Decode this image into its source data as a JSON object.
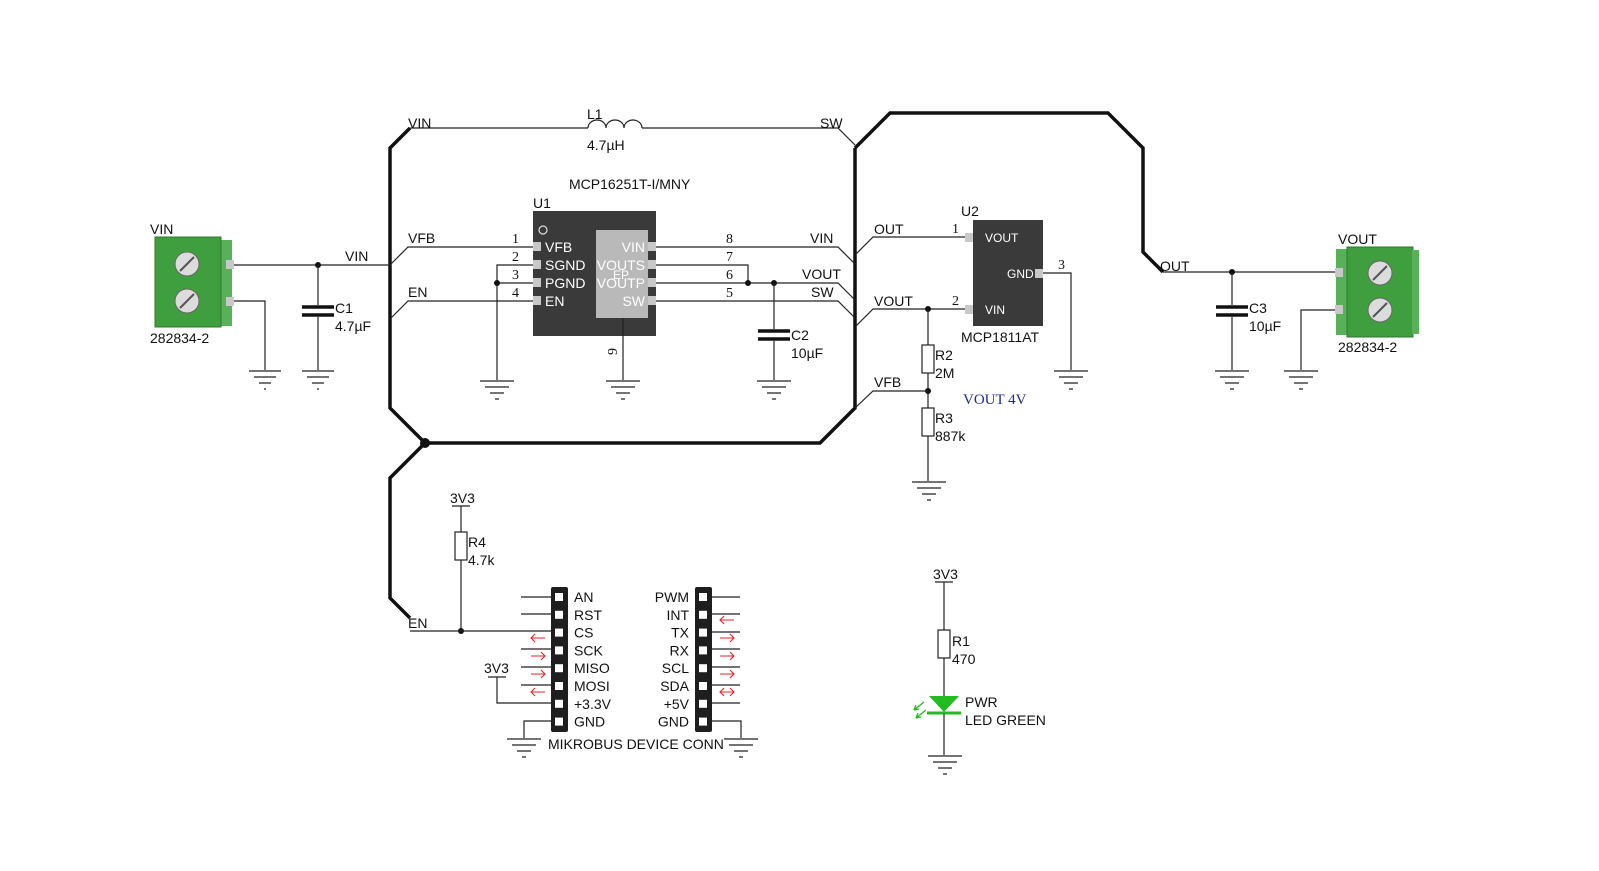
{
  "u1": {
    "ref": "U1",
    "part": "MCP16251T-I/MNY",
    "ep": "EP",
    "left_pins": [
      {
        "num": "1",
        "name": "VFB"
      },
      {
        "num": "2",
        "name": "SGND"
      },
      {
        "num": "3",
        "name": "PGND"
      },
      {
        "num": "4",
        "name": "EN"
      }
    ],
    "right_pins": [
      {
        "num": "8",
        "name": "VIN"
      },
      {
        "num": "7",
        "name": "VOUTS"
      },
      {
        "num": "6",
        "name": "VOUTP"
      },
      {
        "num": "5",
        "name": "SW"
      }
    ],
    "bottom_pin": "9"
  },
  "u2": {
    "ref": "U2",
    "part": "MCP1811AT",
    "pin_vout": "VOUT",
    "pin_vin": "VIN",
    "pin_gnd": "GND",
    "num_vout": "1",
    "num_vin": "2",
    "num_gnd": "3"
  },
  "l1": {
    "ref": "L1",
    "value": "4.7µH"
  },
  "c1": {
    "ref": "C1",
    "value": "4.7µF"
  },
  "c2": {
    "ref": "C2",
    "value": "10µF"
  },
  "c3": {
    "ref": "C3",
    "value": "10µF"
  },
  "r1": {
    "ref": "R1",
    "value": "470"
  },
  "r2": {
    "ref": "R2",
    "value": "2M"
  },
  "r3": {
    "ref": "R3",
    "value": "887k"
  },
  "r4": {
    "ref": "R4",
    "value": "4.7k"
  },
  "led": {
    "ref": "PWR",
    "value": "LED GREEN"
  },
  "terminal_in": {
    "net": "VIN",
    "part": "282834-2"
  },
  "terminal_out": {
    "net": "VOUT",
    "part": "282834-2"
  },
  "nets": {
    "vin": "VIN",
    "sw": "SW",
    "vfb": "VFB",
    "en": "EN",
    "vout": "VOUT",
    "out": "OUT",
    "v3v3": "3V3"
  },
  "note": "VOUT 4V",
  "mikrobus": {
    "title": "MIKROBUS DEVICE CONN",
    "left": [
      "AN",
      "RST",
      "CS",
      "SCK",
      "MISO",
      "MOSI",
      "+3.3V",
      "GND"
    ],
    "right": [
      "PWM",
      "INT",
      "TX",
      "RX",
      "SCL",
      "SDA",
      "+5V",
      "GND"
    ]
  },
  "colors": {
    "terminal": "#3f9f3f",
    "led": "#22bb22",
    "arrow": "#e8232a",
    "ic_body": "#3a3a3a",
    "note": "#1f2a8c"
  }
}
